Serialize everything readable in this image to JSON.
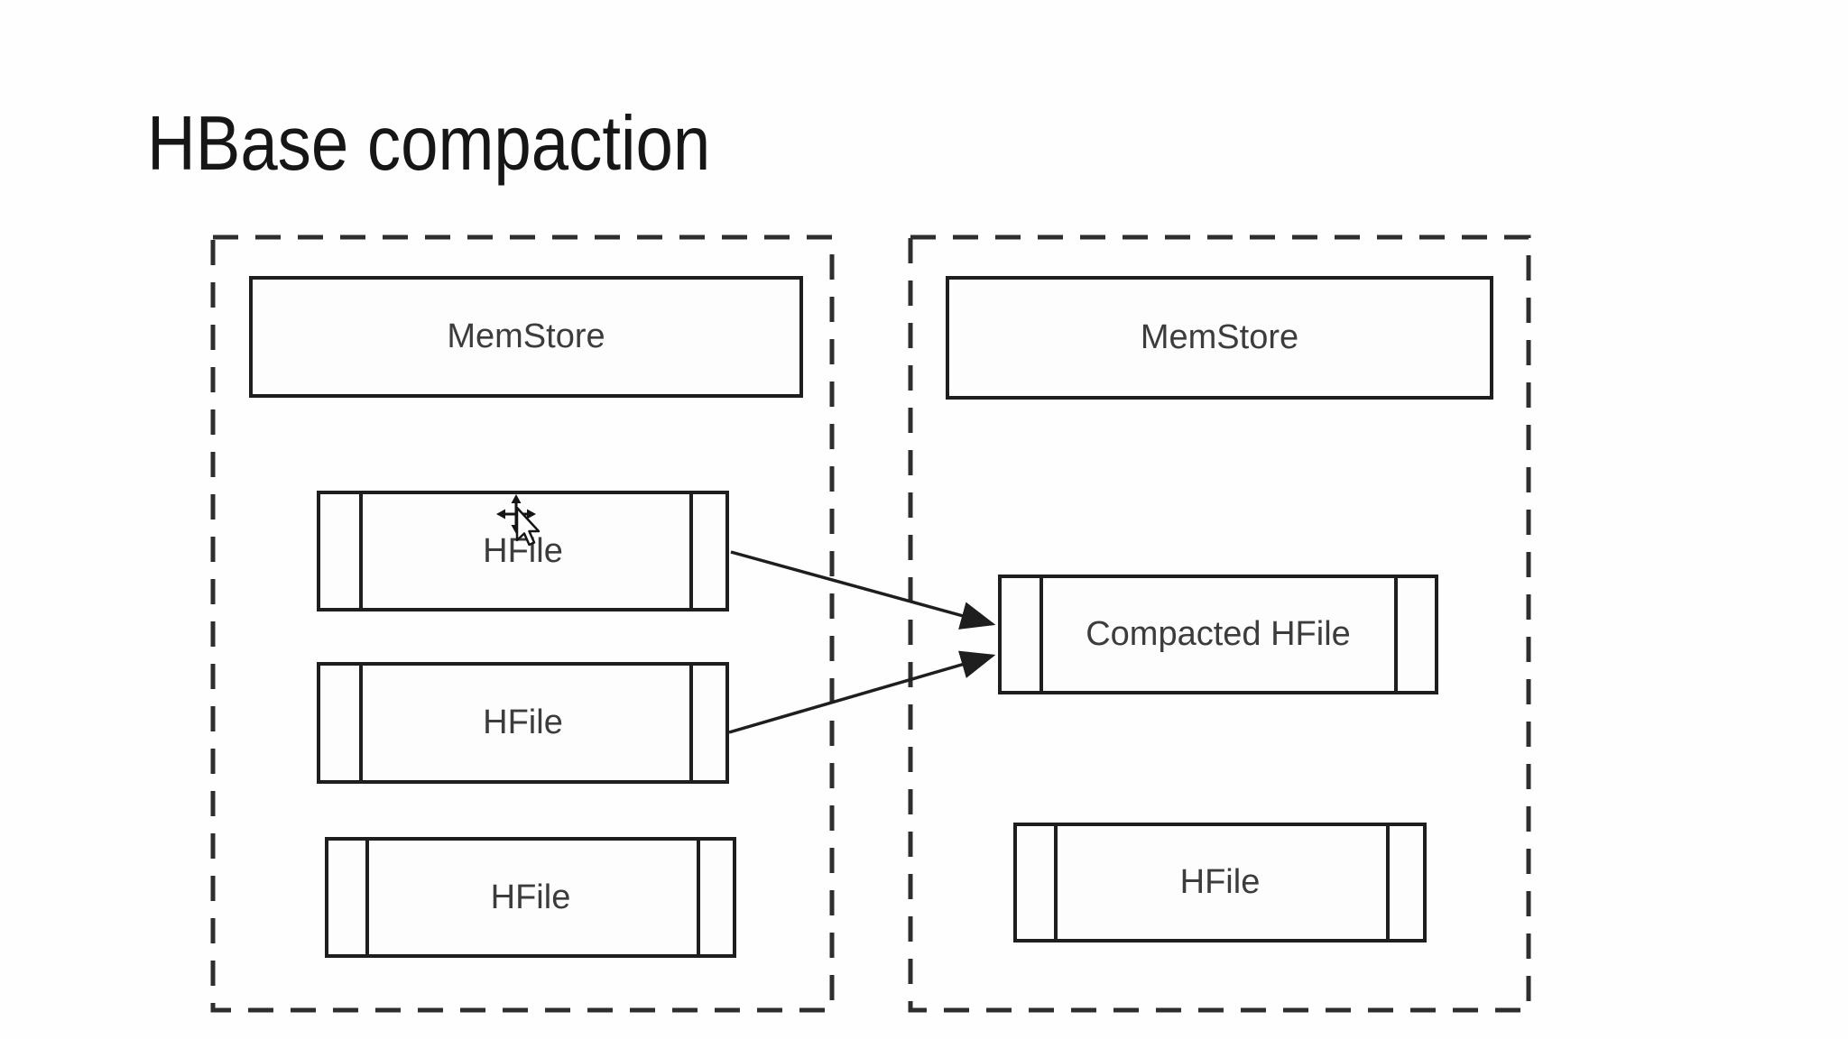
{
  "title": "HBase compaction",
  "diagram": {
    "before_region": {
      "memstore_label": "MemStore",
      "hfile_labels": [
        "HFile",
        "HFile",
        "HFile"
      ]
    },
    "after_region": {
      "memstore_label": "MemStore",
      "compacted_hfile_label": "Compacted HFile",
      "hfile_label": "HFile"
    },
    "arrows": [
      {
        "from": "hfile-1",
        "to": "compacted-hfile"
      },
      {
        "from": "hfile-2",
        "to": "compacted-hfile"
      }
    ]
  },
  "icons": {
    "cursor": "move-cursor"
  },
  "colors": {
    "background": "#fefefe",
    "box_border": "#1e1e1e",
    "dashed_border": "#2e2e2e",
    "label_text": "#3c3c3c",
    "title_text": "#161616",
    "arrow": "#1e1e1e"
  }
}
